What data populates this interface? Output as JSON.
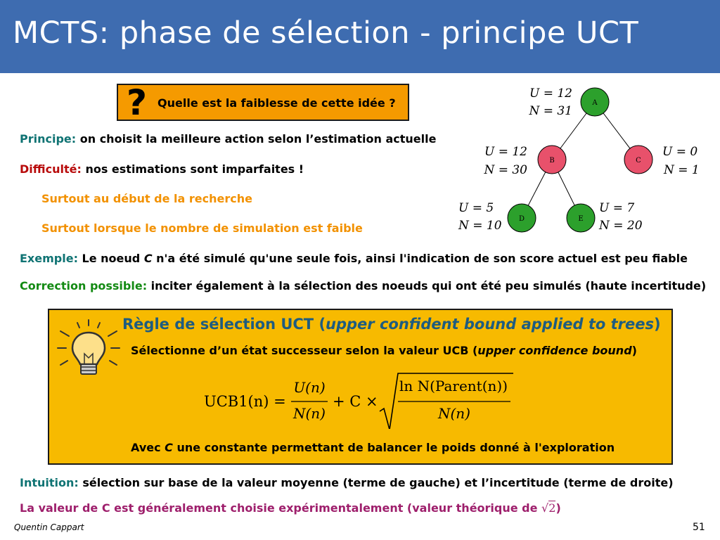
{
  "slide": {
    "title": "MCTS: phase de sélection - principe UCT",
    "author": "Quentin Cappart",
    "page_number": "51"
  },
  "question_box": {
    "icon": "question-mark-icon",
    "symbol": "?",
    "text": "Quelle est la faiblesse de cette idée ?"
  },
  "body": {
    "principe_label": "Principe:",
    "principe_text": " on choisit la meilleure action selon l’estimation actuelle",
    "difficulte_label": "Difficulté:",
    "difficulte_text": " nos estimations sont imparfaites !",
    "sub1": "Surtout au début de la recherche",
    "sub2": "Surtout lorsque le nombre de simulation est faible",
    "exemple_label": "Exemple:",
    "exemple_pre": " Le noeud ",
    "exemple_c": "C",
    "exemple_post": " n'a été simulé qu'une seule fois, ainsi l'indication de son score actuel est peu fiable",
    "correction_label": "Correction possible:",
    "correction_text": " inciter également à la sélection des noeuds qui ont été peu simulés (haute incertitude)",
    "intuition_label": "Intuition:",
    "intuition_text": " sélection sur base de la valeur moyenne (terme de gauche) et l’incertitude (terme de droite)",
    "last_pre": "La valeur de C est généralement choisie expérimentalement (valeur théorique de ",
    "last_sqrt_arg": "2",
    "last_post": ")"
  },
  "rule_box": {
    "icon": "lightbulb-icon",
    "title_pre": "Règle de sélection UCT (",
    "title_italic": "upper confident bound applied to trees",
    "title_post": ")",
    "sub_pre": "Sélectionne d’un état successeur selon la valeur UCB (",
    "sub_italic": "upper confidence bound",
    "sub_post": ")",
    "foot_pre": "Avec ",
    "foot_c": "C",
    "foot_post": " une constante permettant de balancer le poids donné à l'exploration"
  },
  "formula": {
    "lhs": "UCB1(n) =",
    "frac1_num": "U(n)",
    "frac1_den": "N(n)",
    "operator": "+ C ×",
    "frac2_num": "ln N(Parent(n))",
    "frac2_den": "N(n)"
  },
  "tree": {
    "nodes": [
      {
        "id": "A",
        "color": "#2ca02c",
        "u_label": "U = 12",
        "n_label": "N = 31"
      },
      {
        "id": "B",
        "color": "#e8516b",
        "u_label": "U = 12",
        "n_label": "N = 30"
      },
      {
        "id": "C",
        "color": "#e8516b",
        "u_label": "U = 0",
        "n_label": "N = 1"
      },
      {
        "id": "D",
        "color": "#2ca02c",
        "u_label": "U = 5",
        "n_label": "N = 10"
      },
      {
        "id": "E",
        "color": "#2ca02c",
        "u_label": "U = 7",
        "n_label": "N = 20"
      }
    ],
    "edges": [
      [
        "A",
        "B"
      ],
      [
        "A",
        "C"
      ],
      [
        "B",
        "D"
      ],
      [
        "B",
        "E"
      ]
    ]
  },
  "colors": {
    "header": "#3e6cb0",
    "question_box": "#f59a00",
    "rule_box": "#f7ba00",
    "teal_label": "#0f7373",
    "red_label": "#b80b0b",
    "orange_text": "#f29100",
    "green_label": "#138a13",
    "purple_text": "#9e1f6c"
  }
}
